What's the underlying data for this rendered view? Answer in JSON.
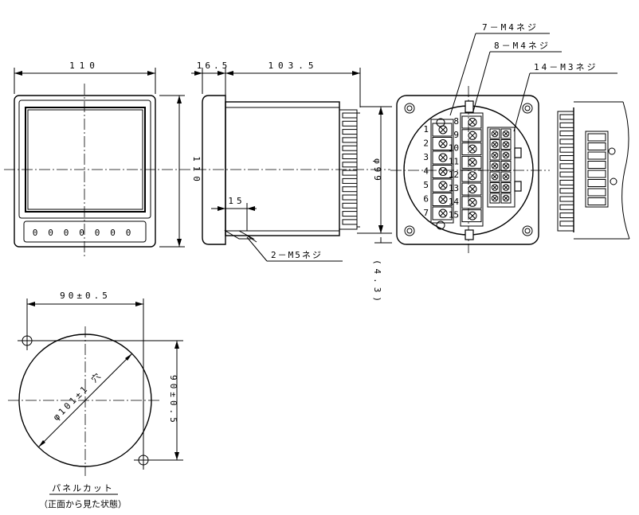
{
  "front_view": {
    "width_dim": "110",
    "height_dim": "110",
    "buttons": [
      "0",
      "0",
      "0",
      "0",
      "0",
      "0",
      "0"
    ]
  },
  "side_view": {
    "bezel_dim": "16.5",
    "body_dim": "103.5",
    "screw_offset_dim": "15",
    "diameter_dim": "φ99",
    "gap_dim": "(4.3)",
    "screw_label": "2－M5ネジ"
  },
  "rear_view": {
    "screw_label_top": "7－M4ネジ",
    "screw_label_mid": "8－M4ネジ",
    "screw_label_right": "14－M3ネジ",
    "terminal_numbers_left": [
      "1",
      "2",
      "3",
      "4",
      "5",
      "6",
      "7"
    ],
    "terminal_numbers_right": [
      "8",
      "9",
      "10",
      "11",
      "12",
      "13",
      "14",
      "15"
    ]
  },
  "panel_cut": {
    "width_dim": "90±0.5",
    "height_dim": "90±0.5",
    "hole_dim": "φ101±1 穴",
    "title": "パネルカット",
    "subtitle": "（正面から見た状態）"
  }
}
